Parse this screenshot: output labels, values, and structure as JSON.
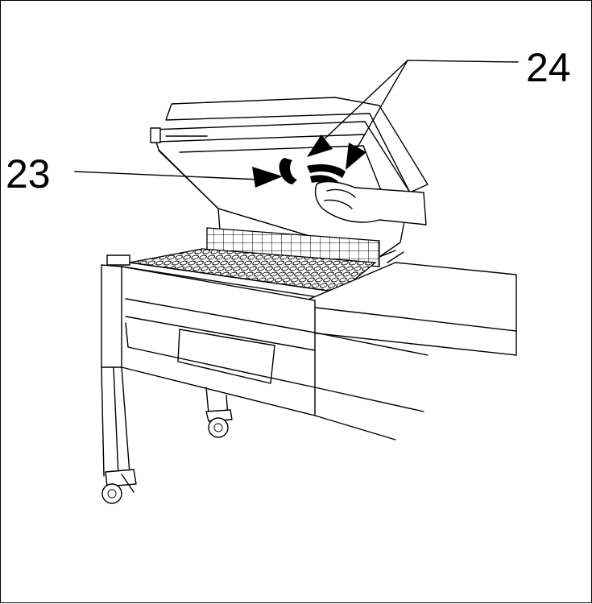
{
  "diagram": {
    "callouts": [
      {
        "id": "23",
        "label": "23"
      },
      {
        "id": "24",
        "label": "24"
      }
    ],
    "colors": {
      "ink": "#000000",
      "paper": "#ffffff"
    }
  }
}
